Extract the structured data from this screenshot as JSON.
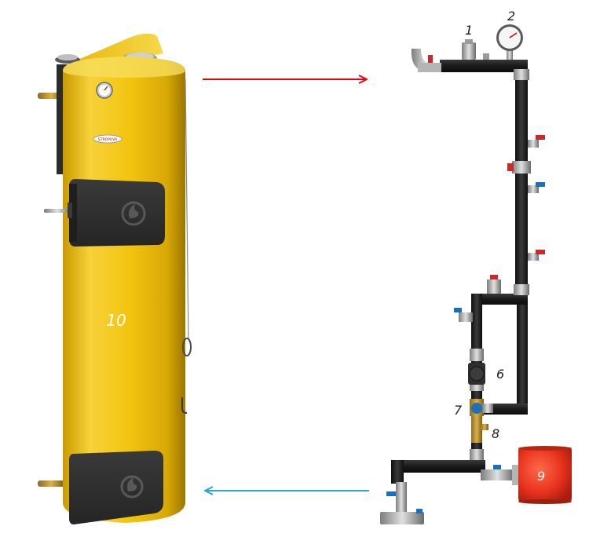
{
  "labels": {
    "air_vent": "1",
    "pressure_gauge": "2",
    "pump": "6",
    "three_way_valve": "7",
    "filter": "8",
    "expansion_tank": "9",
    "boiler": "10"
  },
  "boiler": {
    "brand_text": "STROPUVA"
  },
  "colors": {
    "boiler_yellow": "#f2c40f",
    "supply_arrow": "#e30613",
    "return_arrow": "#2aa5dc",
    "pipe_black": "#1c1c1c",
    "door_gray": "#2f2f2f",
    "tank_red": "#e8321d",
    "valve_red": "#d7262b",
    "valve_blue": "#1d6fb8"
  },
  "icons": {
    "door_emblem": "flame-emblem-icon",
    "supply_arrow": "arrow-right-icon",
    "return_arrow": "arrow-left-icon"
  }
}
